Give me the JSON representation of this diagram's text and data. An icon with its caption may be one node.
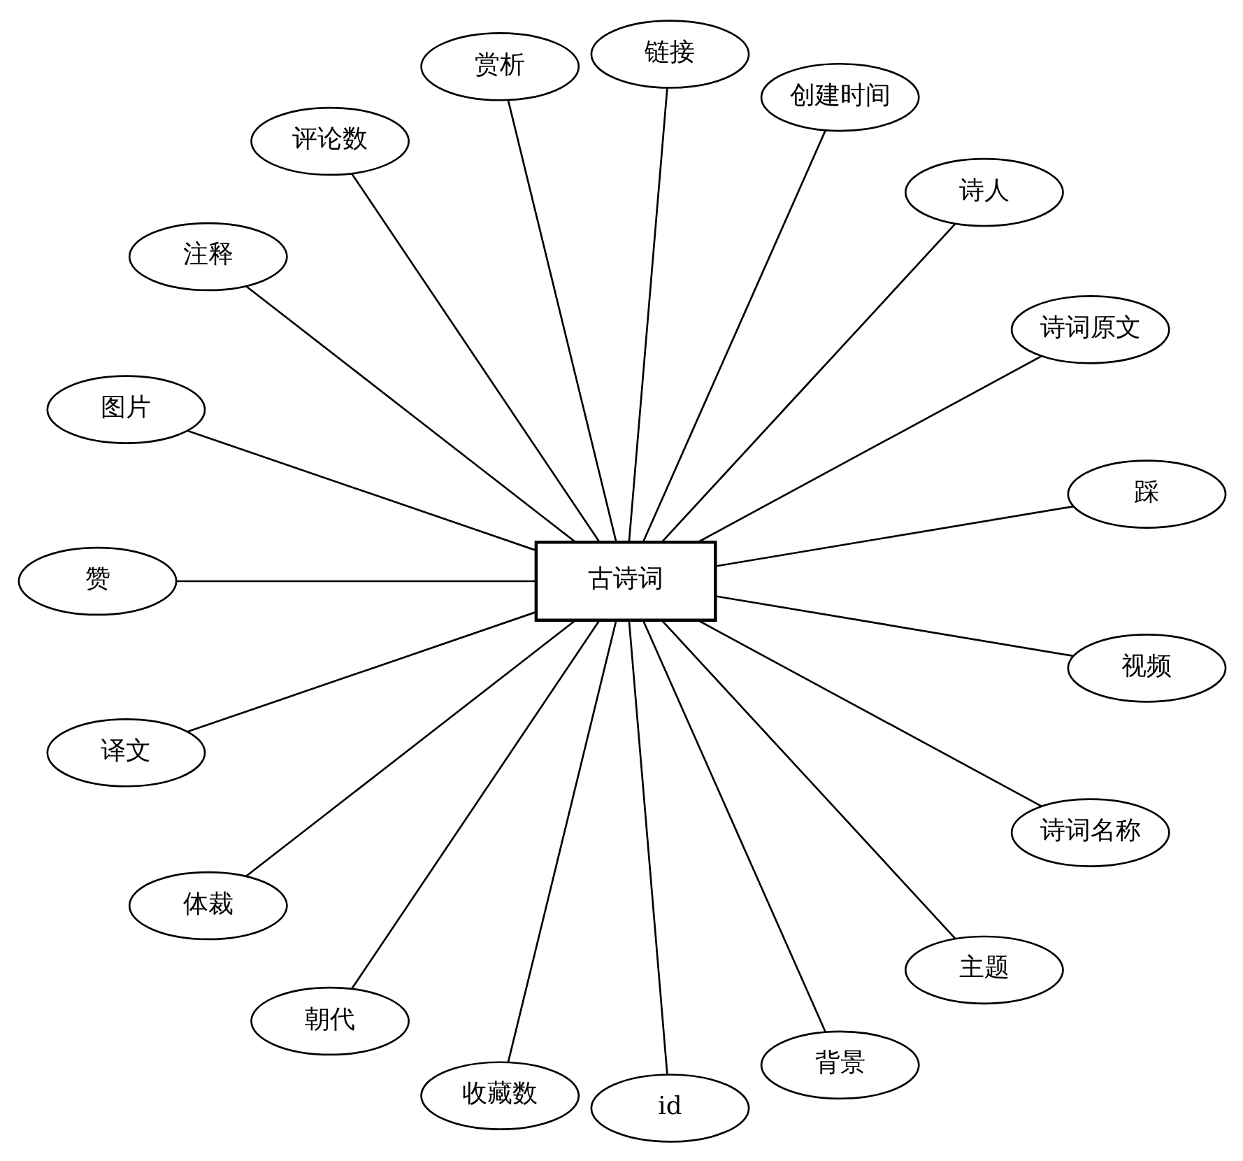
{
  "diagram": {
    "nodes": [
      {
        "text": [
          "古诗词"
        ]
      },
      {
        "text": [
          "踩"
        ]
      },
      {
        "text": [
          "诗词原文"
        ]
      },
      {
        "text": [
          "诗人"
        ]
      },
      {
        "text": [
          "创建时间"
        ]
      },
      {
        "text": [
          "链接"
        ]
      },
      {
        "text": [
          "赏析"
        ]
      },
      {
        "text": [
          "评论数"
        ]
      },
      {
        "text": [
          "注释"
        ]
      },
      {
        "text": [
          "图片"
        ]
      },
      {
        "text": [
          "赞"
        ]
      },
      {
        "text": [
          "译文"
        ]
      },
      {
        "text": [
          "体裁"
        ]
      },
      {
        "text": [
          "朝代"
        ]
      },
      {
        "text": [
          "收藏数"
        ]
      },
      {
        "text": [
          "id"
        ]
      },
      {
        "text": [
          "背景"
        ]
      },
      {
        "text": [
          "主题"
        ]
      },
      {
        "text": [
          "诗词名称"
        ]
      },
      {
        "text": [
          "视频"
        ]
      }
    ],
    "edges": [
      {
        "from": 0,
        "to": 1,
        "arrow": "none"
      },
      {
        "from": 0,
        "to": 2,
        "arrow": "none"
      },
      {
        "from": 0,
        "to": 3,
        "arrow": "none"
      },
      {
        "from": 0,
        "to": 4,
        "arrow": "none"
      },
      {
        "from": 0,
        "to": 5,
        "arrow": "none"
      },
      {
        "from": 0,
        "to": 6,
        "arrow": "none"
      },
      {
        "from": 0,
        "to": 7,
        "arrow": "none"
      },
      {
        "from": 0,
        "to": 8,
        "arrow": "none"
      },
      {
        "from": 0,
        "to": 9,
        "arrow": "none"
      },
      {
        "from": 0,
        "to": 10,
        "arrow": "none"
      },
      {
        "from": 0,
        "to": 11,
        "arrow": "none"
      },
      {
        "from": 0,
        "to": 12,
        "arrow": "none"
      },
      {
        "from": 0,
        "to": 13,
        "arrow": "none"
      },
      {
        "from": 0,
        "to": 14,
        "arrow": "none"
      },
      {
        "from": 0,
        "to": 15,
        "arrow": "none"
      },
      {
        "from": 0,
        "to": 16,
        "arrow": "none"
      },
      {
        "from": 0,
        "to": 17,
        "arrow": "none"
      },
      {
        "from": 0,
        "to": 18,
        "arrow": "none"
      },
      {
        "from": 0,
        "to": 19,
        "arrow": "none"
      }
    ]
  }
}
